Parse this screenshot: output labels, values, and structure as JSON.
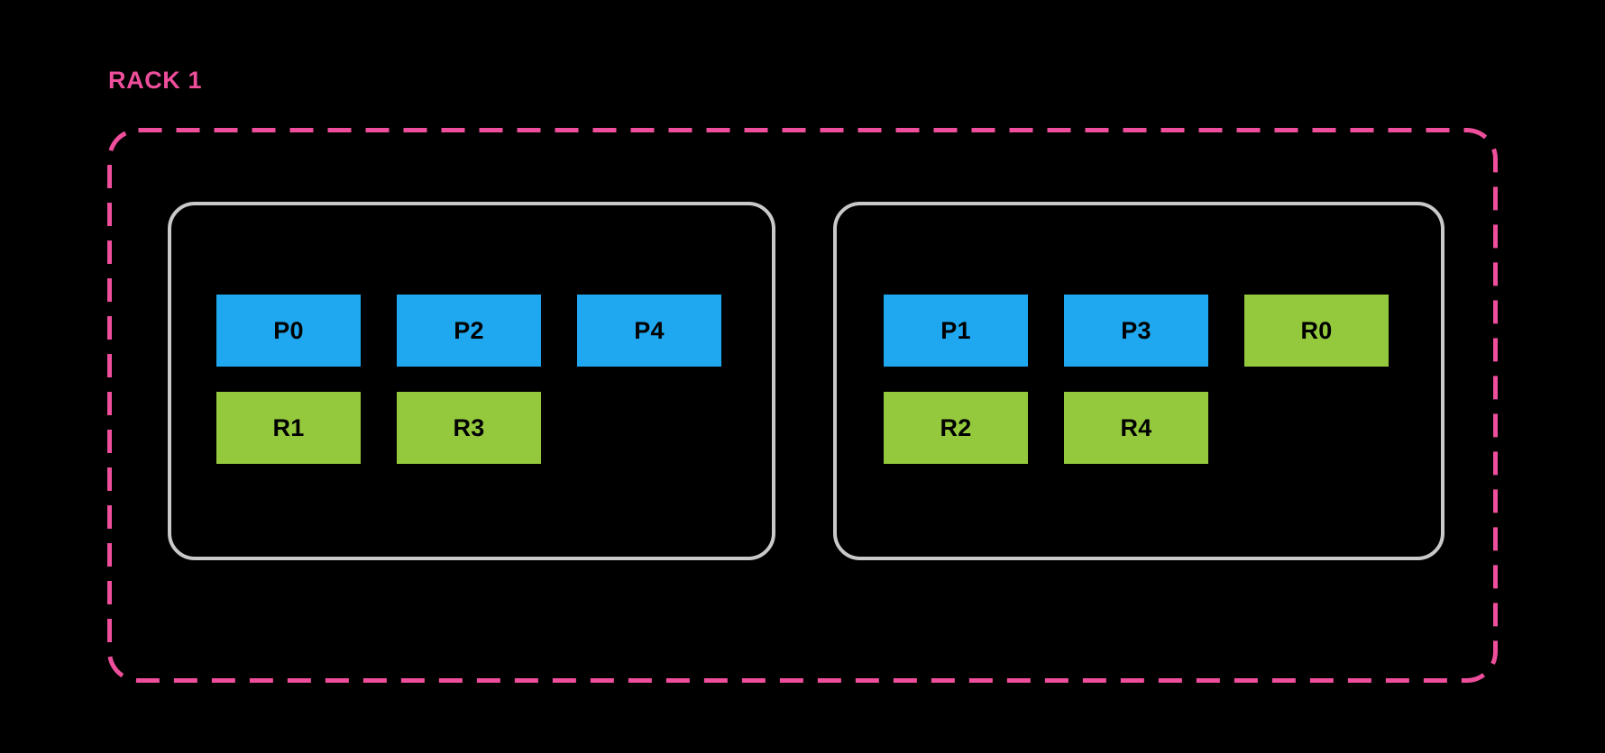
{
  "diagram": {
    "background_color": "#000000",
    "rack": {
      "label": "RACK 1",
      "label_color": "#EE4E9B",
      "boundary_style": "dashed",
      "boundary_color": "#EE4E9B"
    },
    "legend_colors": {
      "partition": "#1FA8F0",
      "replica": "#95C93D",
      "node_border": "#C9C9C9"
    },
    "nodes": [
      {
        "name": "node-left",
        "rows": [
          [
            {
              "label": "P0",
              "kind": "partition"
            },
            {
              "label": "P2",
              "kind": "partition"
            },
            {
              "label": "P4",
              "kind": "partition"
            }
          ],
          [
            {
              "label": "R1",
              "kind": "replica"
            },
            {
              "label": "R3",
              "kind": "replica"
            },
            {
              "label": "",
              "kind": "empty"
            }
          ]
        ]
      },
      {
        "name": "node-right",
        "rows": [
          [
            {
              "label": "P1",
              "kind": "partition"
            },
            {
              "label": "P3",
              "kind": "partition"
            },
            {
              "label": "R0",
              "kind": "replica"
            }
          ],
          [
            {
              "label": "R2",
              "kind": "replica"
            },
            {
              "label": "R4",
              "kind": "replica"
            },
            {
              "label": "",
              "kind": "empty"
            }
          ]
        ]
      }
    ]
  }
}
